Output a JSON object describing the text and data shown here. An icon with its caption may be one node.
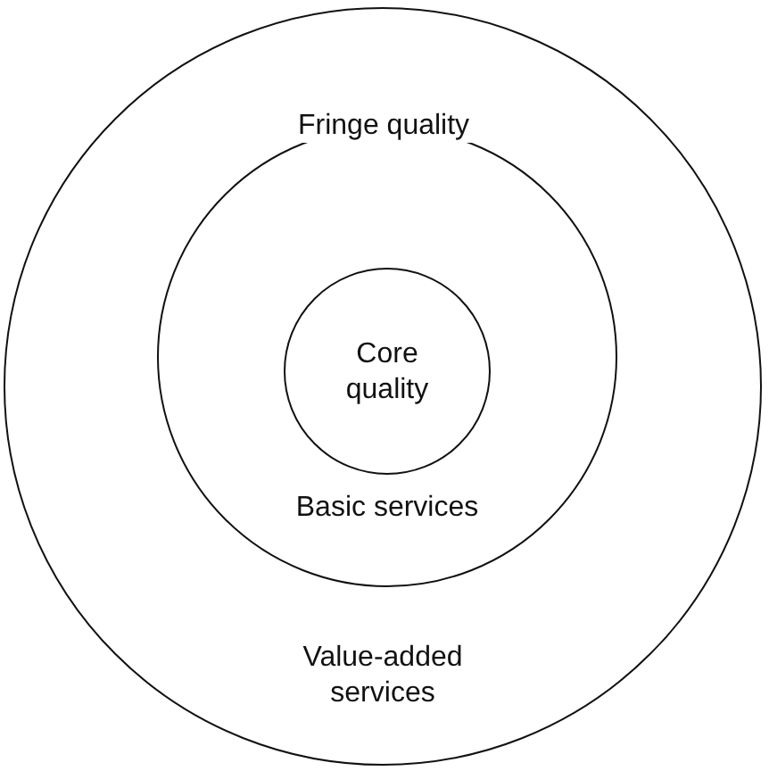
{
  "diagram": {
    "nodes": [
      {
        "text": [
          "Value-added services"
        ]
      },
      {
        "text": [
          "Basic services"
        ],
        "in": 0
      },
      {
        "text": [
          "Core quality"
        ],
        "in": 1
      }
    ],
    "labels": [
      "Fringe quality"
    ]
  }
}
